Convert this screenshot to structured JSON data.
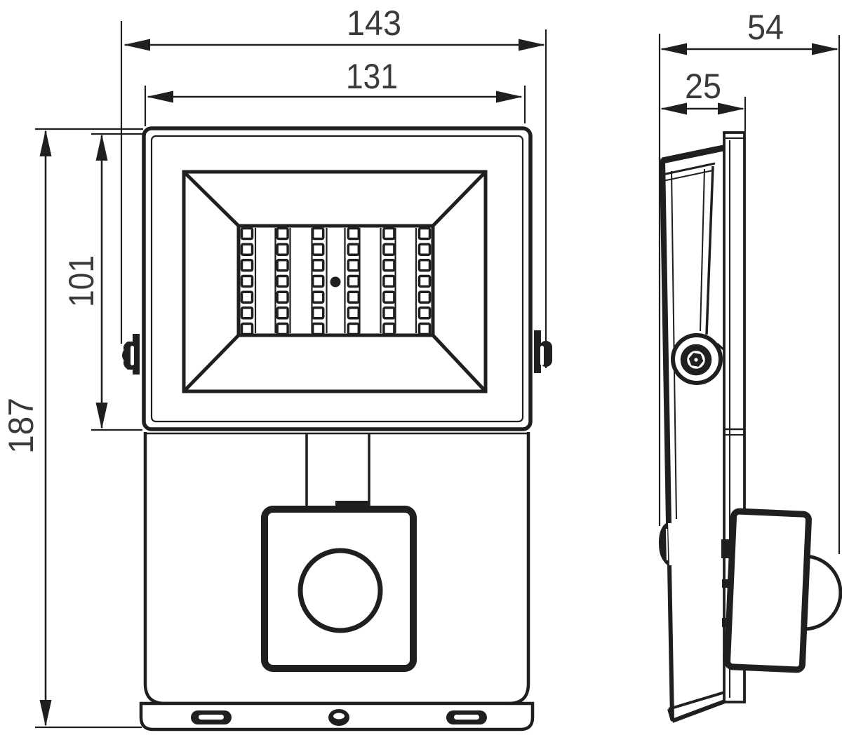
{
  "meta": {
    "description": "Technical dimension drawing of LED floodlight with PIR motion sensor, front view and side view",
    "background_color": "#ffffff",
    "line_color": "#1f1f1f",
    "label_color": "#3a3a3a"
  },
  "drawing": {
    "dimensions": {
      "front_overall_width": "143",
      "front_lens_width": "131",
      "front_overall_height": "187",
      "front_head_height": "101",
      "side_overall_depth": "54",
      "side_mounting_plate_depth": "25"
    },
    "led_grid": {
      "columns": 6,
      "rows": 7
    }
  }
}
